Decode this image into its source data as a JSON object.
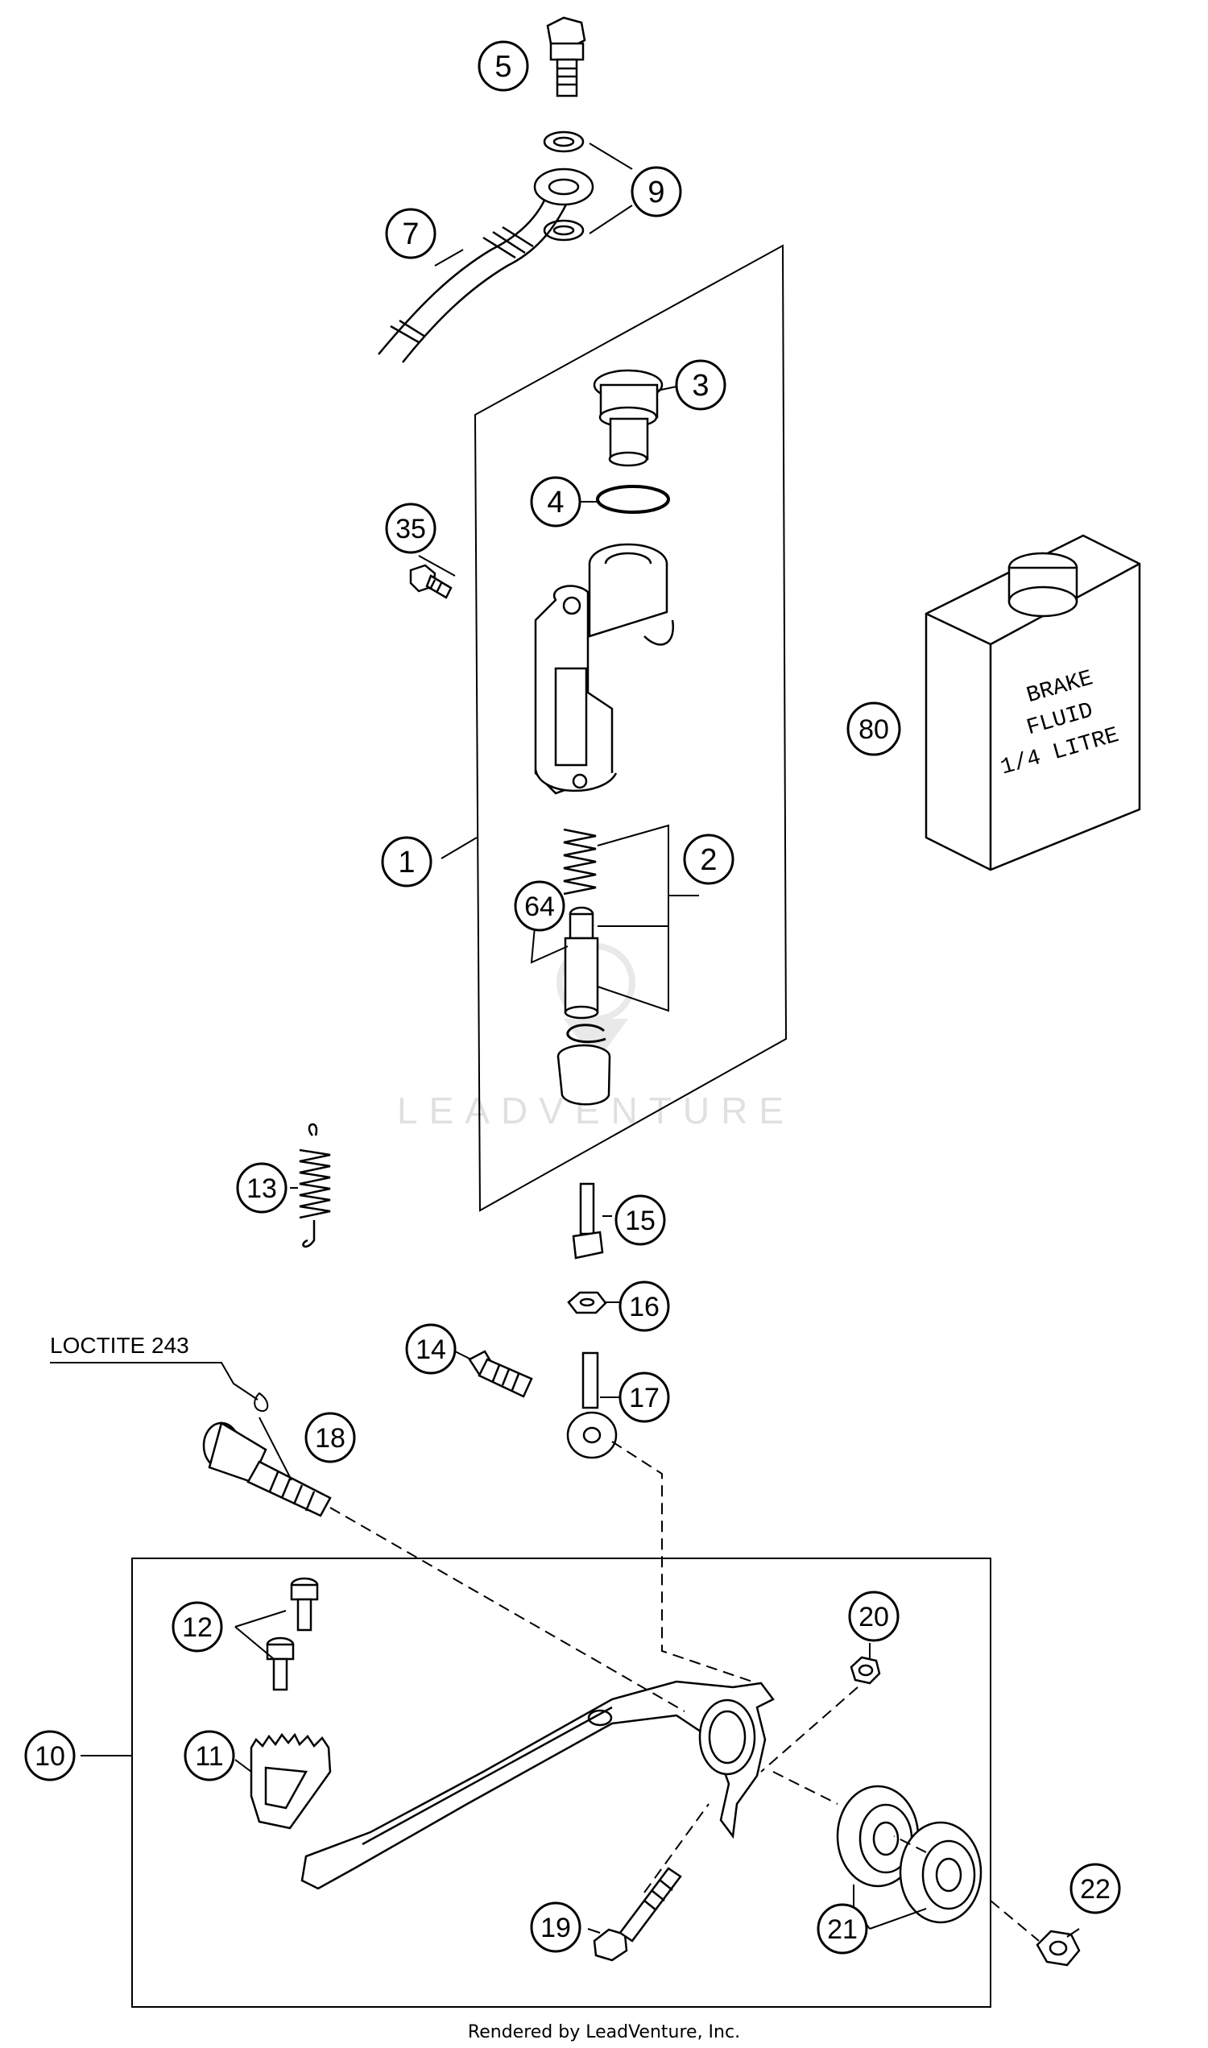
{
  "callouts": {
    "c1": "1",
    "c2": "2",
    "c3": "3",
    "c4": "4",
    "c5": "5",
    "c7": "7",
    "c9": "9",
    "c10": "10",
    "c11": "11",
    "c12": "12",
    "c13": "13",
    "c14": "14",
    "c15": "15",
    "c16": "16",
    "c17": "17",
    "c18": "18",
    "c19": "19",
    "c20": "20",
    "c21": "21",
    "c22": "22",
    "c35": "35",
    "c64": "64",
    "c80": "80"
  },
  "note_loctite": "LOCTITE 243",
  "brake_fluid_label": [
    "BRAKE",
    "FLUID",
    "1/4 LITRE"
  ],
  "watermark": "LEADVENTURE",
  "footer": "Rendered by LeadVenture, Inc."
}
